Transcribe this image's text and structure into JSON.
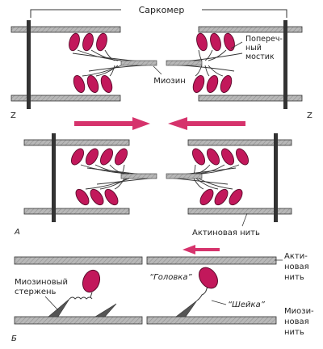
{
  "labels": {
    "sarcomere": "Саркомер",
    "cross_bridge_line1": "Попереч-",
    "cross_bridge_line2": "ный",
    "cross_bridge_line3": "мостик",
    "myosin": "Миозин",
    "z_left": "Z",
    "z_right": "Z",
    "panel_a": "А",
    "actin_filament": "Актиновая нить",
    "panel_b": "Б",
    "myosin_rod_line1": "Миозиновый",
    "myosin_rod_line2": "стержень",
    "head": "“Головка”",
    "neck": "“Шейка”",
    "actin_b_line1": "Акти-",
    "actin_b_line2": "новая",
    "actin_b_line3": "нить",
    "myosin_b_line1": "Миози-",
    "myosin_b_line2": "новая",
    "myosin_b_line3": "нить"
  },
  "colors": {
    "head_fill": "#c2185b",
    "head_stroke": "#5a0a2a",
    "arrow": "#d6336c",
    "filament_fill": "#b3b3b3",
    "filament_stroke": "#333333",
    "zline": "#333333"
  }
}
